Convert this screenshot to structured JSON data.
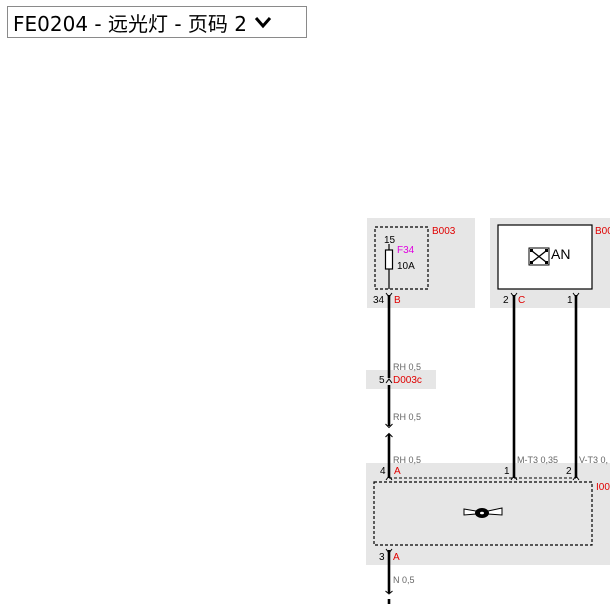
{
  "selector": {
    "label": "FE0204 - 远光灯 - 页码 2",
    "chevron_icon": "chevron-down-icon"
  },
  "diagram": {
    "fuse_box": {
      "ref": "B003",
      "fuse_id": "F34",
      "fuse_top_number": "15",
      "fuse_rating": "10A",
      "pin_number": "34",
      "pin_letter": "B"
    },
    "can_module": {
      "ref": "B00",
      "label": "AN",
      "left_pin_number": "2",
      "left_pin_letter": "C",
      "right_pin_number": "1"
    },
    "connector_d003c": {
      "pin_number": "5",
      "ref": "D003c"
    },
    "switch_module": {
      "ref": "I00",
      "pin_left_number": "4",
      "pin_left_letter": "A",
      "pin_mid_number": "1",
      "pin_right_number": "2",
      "bottom_pin_number": "3",
      "bottom_pin_letter": "A"
    },
    "wires": {
      "w1": "RH 0,5",
      "w2": "RH 0,5",
      "w3": "RH 0,5",
      "w4": "M-T3 0,35",
      "w5": "V-T3 0,",
      "w6": "N 0,5"
    },
    "colors": {
      "component_fill": "#e6e6e6",
      "wire": "#000000",
      "ref_red": "#e00000",
      "fuse_magenta": "#e000e0",
      "wire_label_gray": "#666666"
    }
  }
}
